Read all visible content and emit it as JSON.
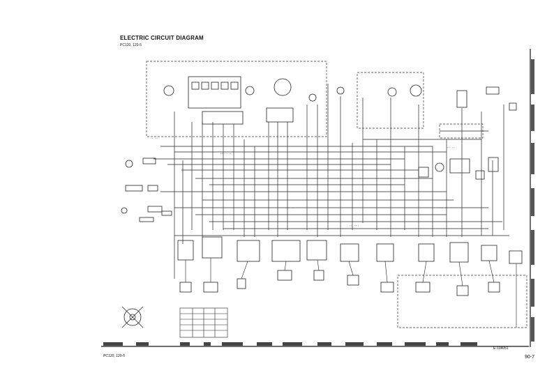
{
  "header": {
    "title": "ELECTRIC CIRCUIT DIAGRAM",
    "subtitle": "PC120, 120-5"
  },
  "footer": {
    "reference": "E-104051",
    "model_note": "PC120, 120-5",
    "page_number": "90-7"
  },
  "colors": {
    "ink": "#111111",
    "paper": "#ffffff"
  }
}
